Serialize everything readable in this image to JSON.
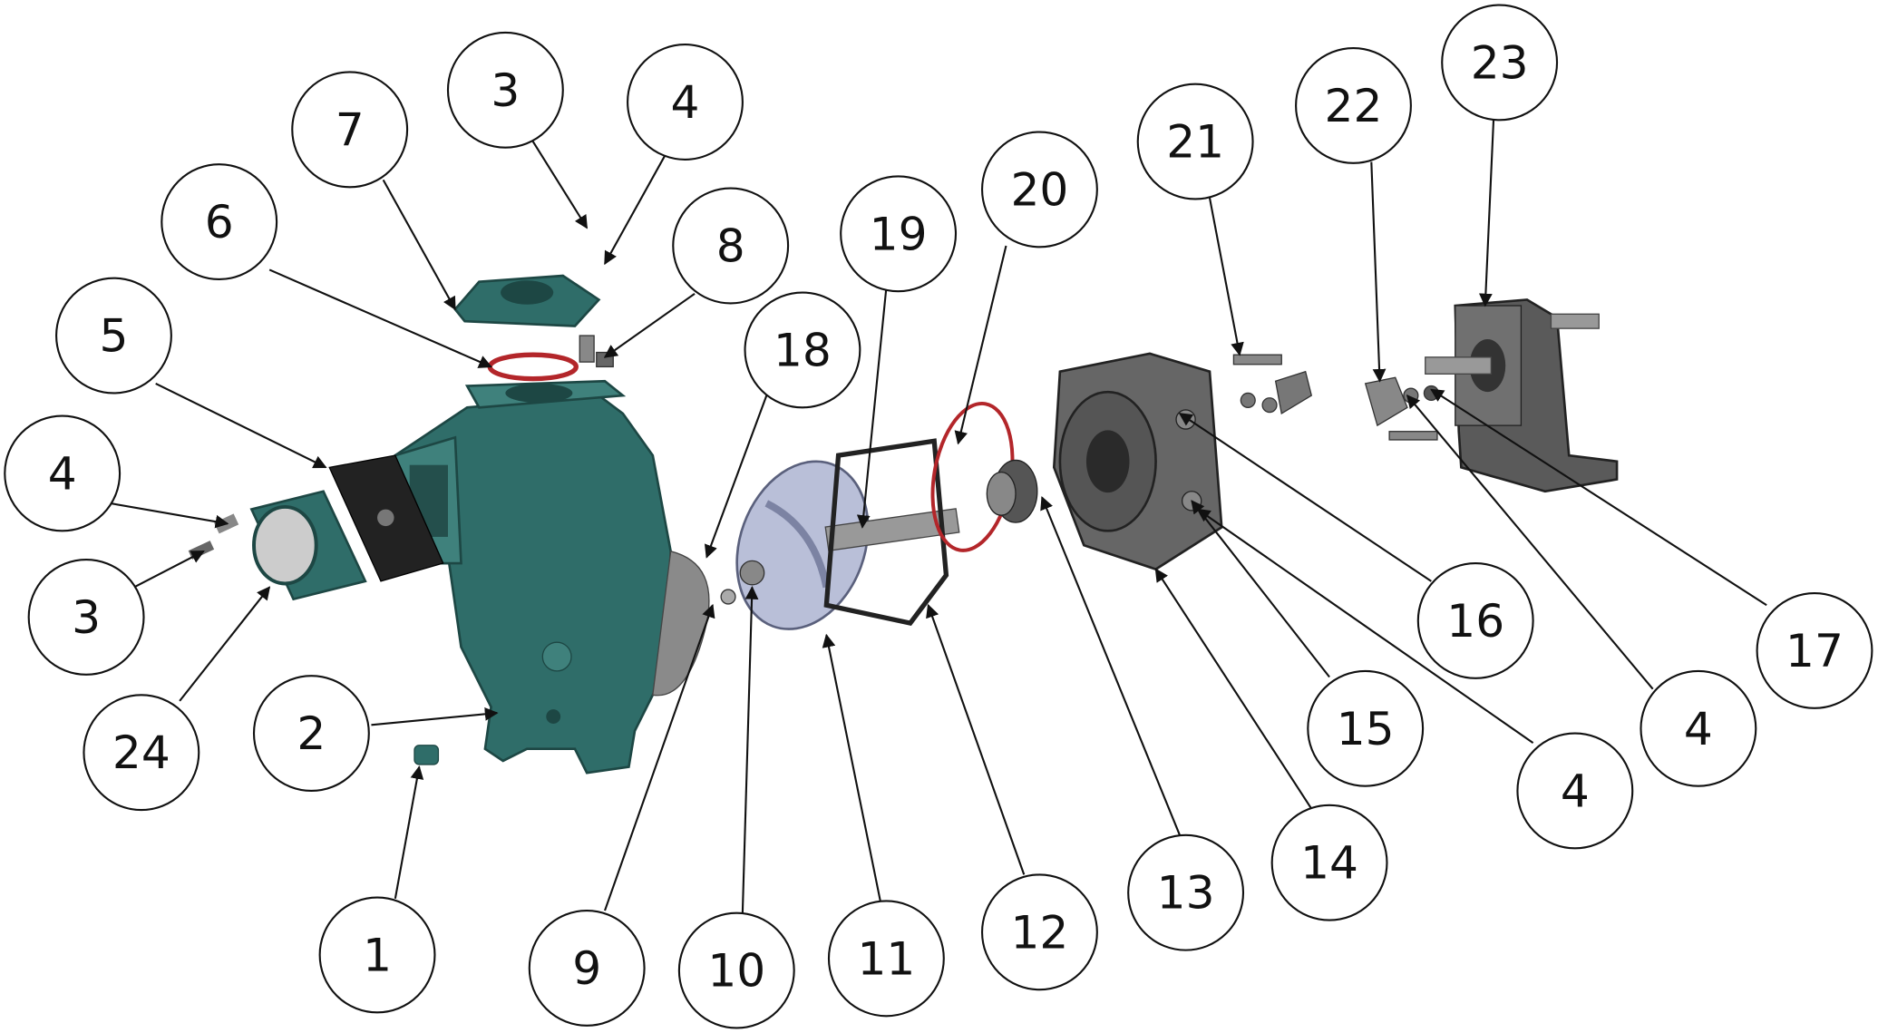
{
  "diagram": {
    "type": "exploded-assembly",
    "callouts": [
      "3",
      "4",
      "7",
      "6",
      "8",
      "5",
      "18",
      "19",
      "20",
      "21",
      "22",
      "23",
      "4",
      "3",
      "24",
      "2",
      "1",
      "9",
      "10",
      "11",
      "12",
      "13",
      "14",
      "4",
      "15",
      "16",
      "4",
      "17"
    ],
    "colors": {
      "pump_body": "#2f6d69",
      "pump_body_dark": "#1d4744",
      "bracket": "#5a5a5a",
      "oring": "#b3262a",
      "impeller": "#b9bfd8",
      "gasket": "#222222",
      "wear_plate": "#8a8a8a"
    }
  }
}
